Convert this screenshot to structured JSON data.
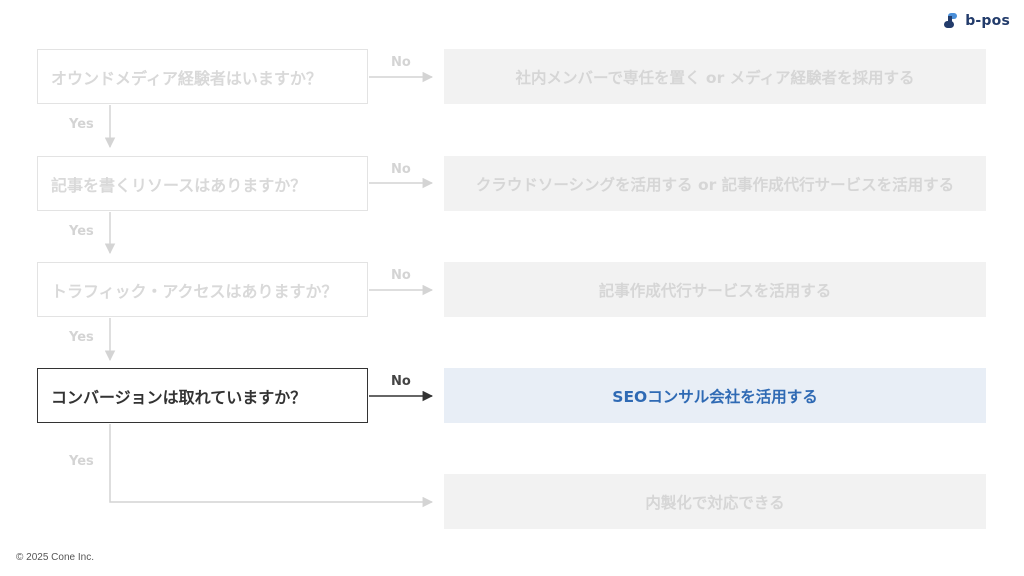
{
  "brand": {
    "name": "b-pos",
    "logo_icon": "b-pos-logo-icon",
    "color": "#233c6b",
    "accent": "#4a8fd9"
  },
  "flow": {
    "questions": [
      {
        "text": "オウンドメディア経験者はいますか？",
        "no_label": "No",
        "yes_label": "Yes",
        "answer": "社内メンバーで専任を置く or メディア経験者を採用する",
        "active": false
      },
      {
        "text": "記事を書くリソースはありますか？",
        "no_label": "No",
        "yes_label": "Yes",
        "answer": "クラウドソーシングを活用する or 記事作成代行サービスを活用する",
        "active": false
      },
      {
        "text": "トラフィック・アクセスはありますか？",
        "no_label": "No",
        "yes_label": "Yes",
        "answer": "記事作成代行サービスを活用する",
        "active": false
      },
      {
        "text": "コンバージョンは取れていますか？",
        "no_label": "No",
        "yes_label": "Yes",
        "answer": "SEOコンサル会社を活用する",
        "active": true
      }
    ],
    "final_answer": "内製化で対応できる",
    "colors": {
      "inactive_text": "#d9d9d9",
      "inactive_border": "#e3e3e3",
      "inactive_fill": "#f2f2f2",
      "active_border": "#333333",
      "active_fill": "#e8eef6",
      "active_text": "#2f6ab4"
    }
  },
  "footer": {
    "copyright": "© 2025 Cone Inc."
  }
}
